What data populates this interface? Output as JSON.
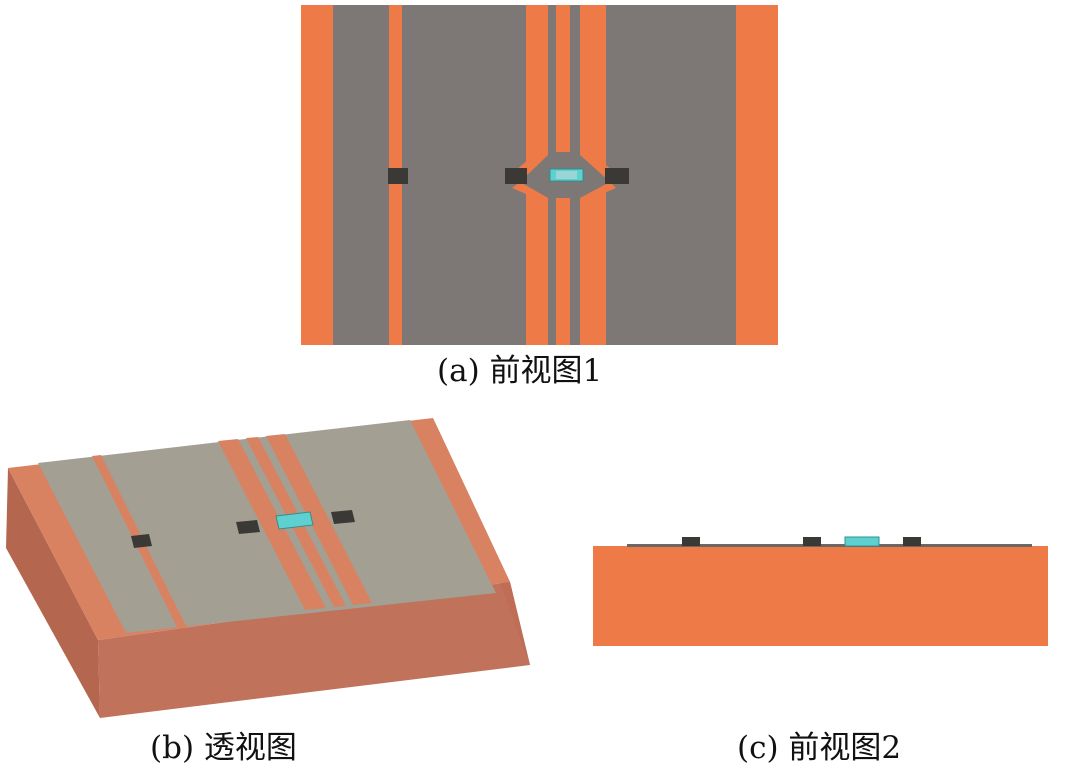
{
  "captions": {
    "a": "(a) 前视图1",
    "b": "(b) 透视图",
    "c": "(c) 前视图2"
  },
  "colors": {
    "substrate": "#ee7a48",
    "substrate_3d": "#c0725a",
    "ground_plane": "#7d7775",
    "ground_plane_3d": "#a39f93",
    "gap_lines": "#f07844",
    "pads": "#3b3936",
    "chip": "#5fd0d0",
    "background": "#ffffff"
  }
}
